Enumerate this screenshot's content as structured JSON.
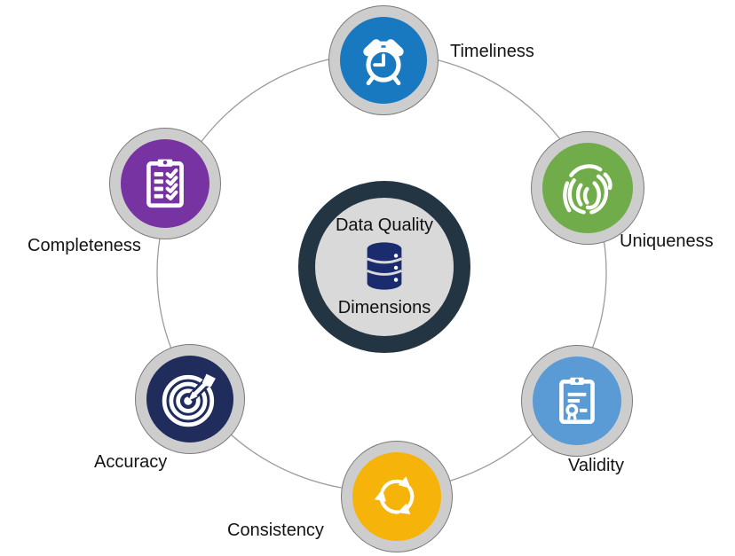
{
  "diagram_title": "Data Quality Dimensions",
  "center": {
    "line1": "Data Quality",
    "line2": "Dimensions",
    "icon": "database-icon",
    "ring_color": "#233442",
    "fill_color": "#D9D9D9",
    "database_color": "#1B2C6E"
  },
  "nodes": [
    {
      "id": "timeliness",
      "label": "Timeliness",
      "icon": "alarm-clock-icon",
      "color": "#1879C0",
      "label_position": "right"
    },
    {
      "id": "uniqueness",
      "label": "Uniqueness",
      "icon": "fingerprint-icon",
      "color": "#71AC4B",
      "label_position": "bottom-right"
    },
    {
      "id": "validity",
      "label": "Validity",
      "icon": "certificate-icon",
      "color": "#5B9BD5",
      "label_position": "bottom"
    },
    {
      "id": "consistency",
      "label": "Consistency",
      "icon": "cycle-arrows-icon",
      "color": "#F6B40A",
      "label_position": "bottom-left"
    },
    {
      "id": "accuracy",
      "label": "Accuracy",
      "icon": "target-arrow-icon",
      "color": "#202C5C",
      "label_position": "bottom-left"
    },
    {
      "id": "completeness",
      "label": "Completeness",
      "icon": "checklist-icon",
      "color": "#7733A2",
      "label_position": "left"
    }
  ],
  "styles": {
    "node_ring_color": "#CDCDCD",
    "node_ring_border": "#7A7A7A",
    "connector_color": "#9C9C9C",
    "background": "#FFFFFF",
    "label_color": "#141414"
  }
}
